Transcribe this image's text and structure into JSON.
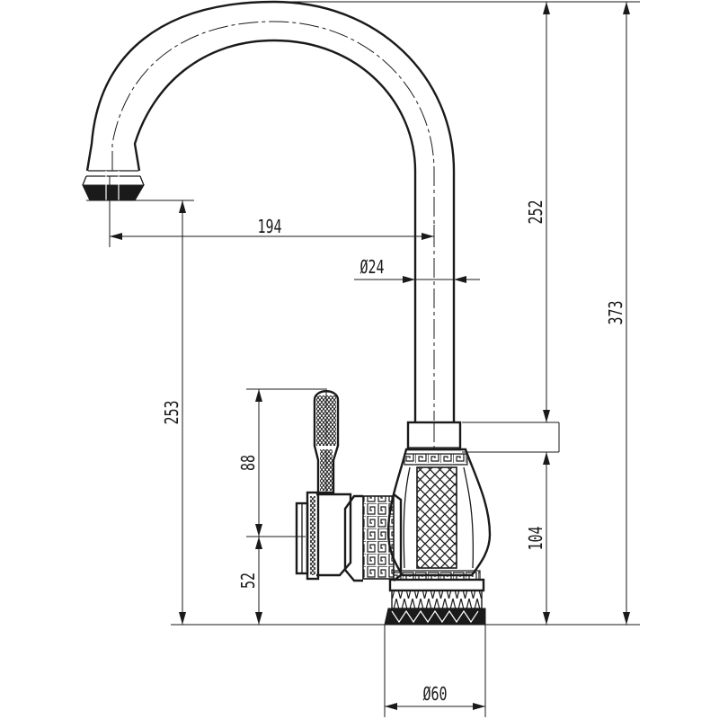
{
  "dimensions": {
    "spout_reach": "194",
    "tube_diameter": "Ø24",
    "spout_height": "253",
    "arch_height": "252",
    "total_height": "373",
    "lever_length": "88",
    "lever_base_height": "52",
    "body_height": "104",
    "base_diameter": "Ø60"
  }
}
